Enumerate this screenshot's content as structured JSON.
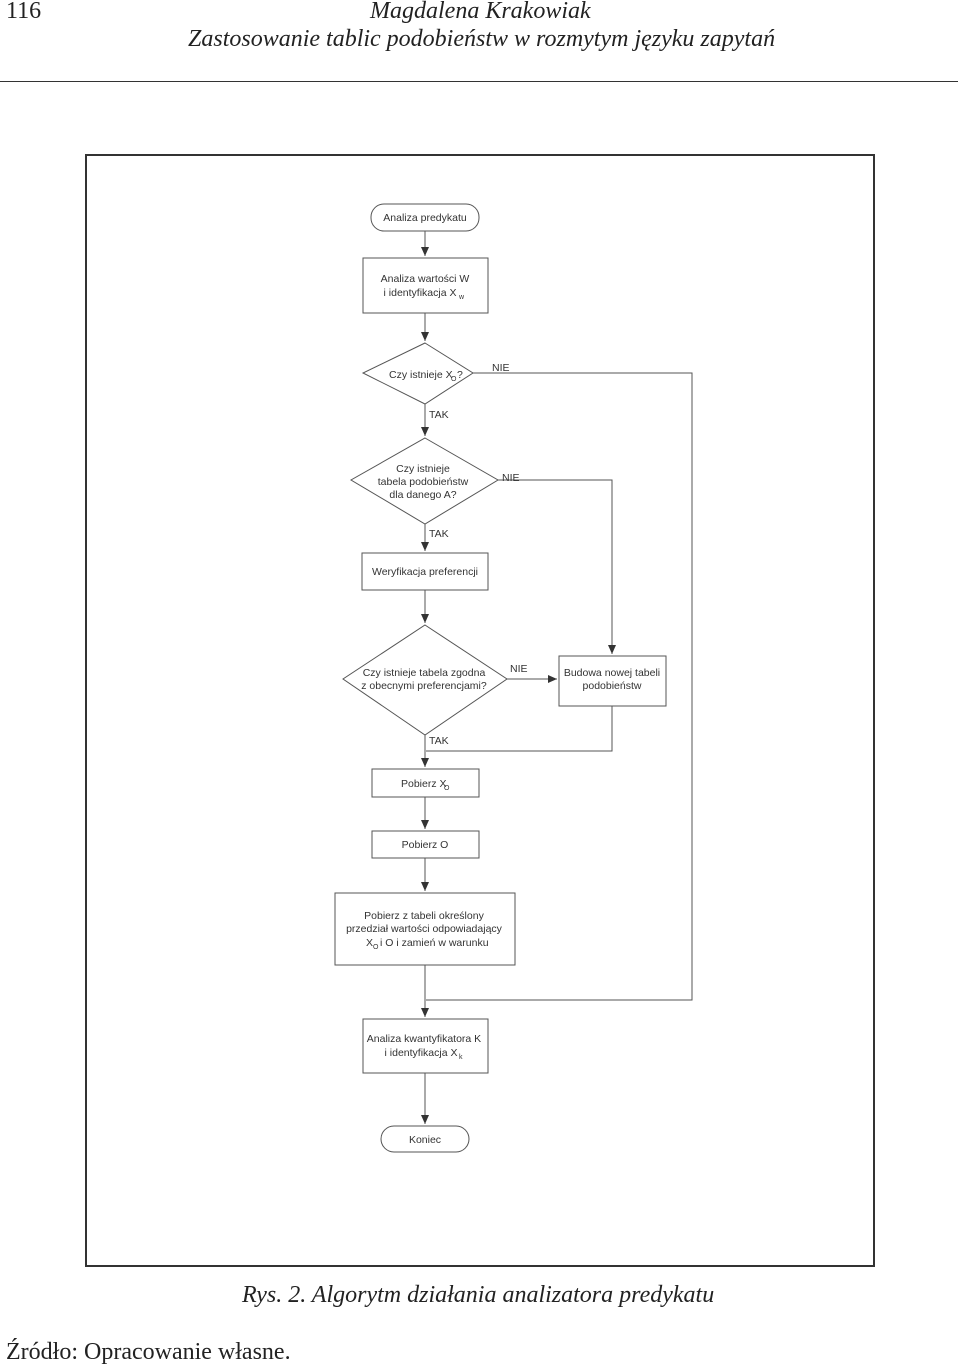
{
  "header": {
    "page_number": "116",
    "author": "Magdalena Krakowiak",
    "title": "Zastosowanie tablic podobieństw w rozmytym języku zapytań"
  },
  "flowchart": {
    "start": "Analiza predykatu",
    "step_analiza_w_line1": "Analiza wartości W",
    "step_analiza_w_line2": "i identyfikacja X",
    "step_analiza_w_sub": "w",
    "decision1_text": "Czy istnieje X",
    "decision1_sub": "O",
    "decision1_q": "?",
    "decision2_line1": "Czy istnieje",
    "decision2_line2": "tabela podobieństw",
    "decision2_line3": "dla danego A?",
    "step_weryfikacja": "Weryfikacja preferencji",
    "decision3_line1": "Czy istnieje tabela zgodna",
    "decision3_line2": "z obecnymi preferencjami?",
    "step_budowa_line1": "Budowa nowej tabeli",
    "step_budowa_line2": "podobieństw",
    "step_pobierz_x_text": "Pobierz X",
    "step_pobierz_x_sub": "O",
    "step_pobierz_o": "Pobierz O",
    "step_pobierz_z_line1": "Pobierz z tabeli określony",
    "step_pobierz_z_line2": "przedział wartości odpowiadający",
    "step_pobierz_z_line3a": "X",
    "step_pobierz_z_sub": "O",
    "step_pobierz_z_line3b": "i O i zamień w warunku",
    "step_kwant_line1": "Analiza kwantyfikatora K",
    "step_kwant_line2": "i identyfikacja X",
    "step_kwant_sub": "k",
    "end": "Koniec",
    "label_tak": "TAK",
    "label_nie": "NIE"
  },
  "caption": "Rys. 2. Algorytm działania analizatora predykatu",
  "source": "Źródło: Opracowanie własne."
}
